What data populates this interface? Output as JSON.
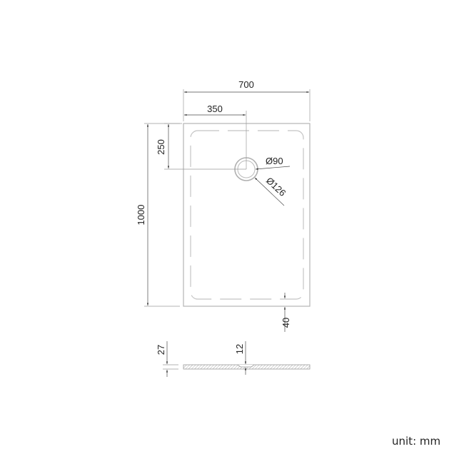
{
  "drawing": {
    "plan_view": {
      "width_label": "700",
      "drain_offset_x_label": "350",
      "drain_offset_y_label": "250",
      "length_label": "1000",
      "drain_inner_label": "Ø90",
      "drain_outer_label": "Ø126",
      "rim_label": "40"
    },
    "section_view": {
      "height_label": "27",
      "drain_depth_label": "12"
    },
    "unit_label": "unit: mm"
  }
}
